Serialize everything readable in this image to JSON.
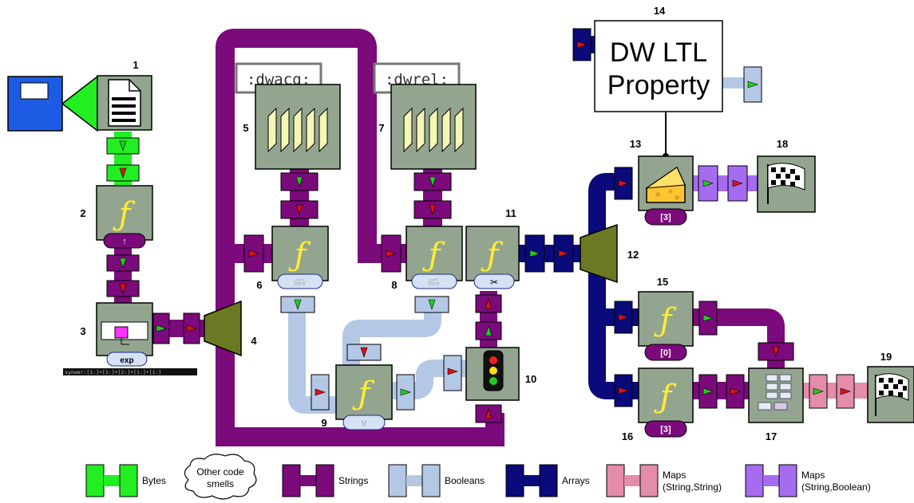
{
  "nodes": {
    "n1": "1",
    "n2": "2",
    "n3": "3",
    "n4": "4",
    "n5": "5",
    "n6": "6",
    "n7": "7",
    "n8": "8",
    "n9": "9",
    "n10": "10",
    "n11": "11",
    "n12": "12",
    "n13": "13",
    "n14": "14",
    "n15": "15",
    "n16": "16",
    "n17": "17",
    "n18": "18",
    "n19": "19"
  },
  "labels": {
    "dwacq": ":dwacq:",
    "dwrel": ":dwrel:",
    "ltl_line1": "DW LTL",
    "ltl_line2": "Property",
    "badge_up": "↑",
    "badge_subset6": "⊆?",
    "badge_subset8": "⊆?",
    "badge_split": "✂",
    "badge_or": "∨",
    "badge_exp": "exp",
    "badge_13": "[3]",
    "badge_15": "[0]",
    "badge_16": "[3]",
    "code_strip": "synwer:[1:]+[1:]+[2:]+[1:]+[1:]"
  },
  "legend": {
    "bytes": "Bytes",
    "smells_line1": "Other code",
    "smells_line2": "smells",
    "strings": "Strings",
    "booleans": "Booleans",
    "arrays": "Arrays",
    "maps_ss_line1": "Maps",
    "maps_ss_line2": "(String,String)",
    "maps_sb_line1": "Maps",
    "maps_sb_line2": "(String,Boolean)"
  },
  "colors": {
    "bytes": "#22ee22",
    "strings": "#7b0a7b",
    "booleans": "#b4c8e6",
    "arrays": "#0a0a7b",
    "maps_string_string": "#e58ca8",
    "maps_string_boolean": "#a66cf0",
    "node_fill": "#93a58f",
    "fork_fill": "#6b7a22",
    "source_blue": "#1e5be5"
  }
}
